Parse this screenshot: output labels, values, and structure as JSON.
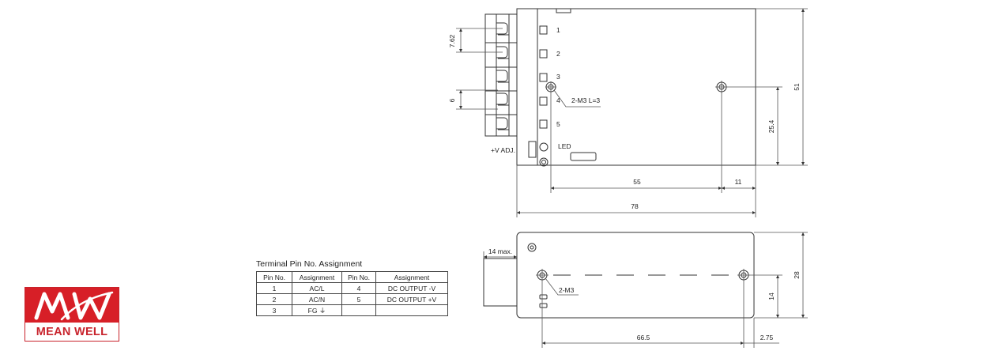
{
  "brand": {
    "logo_text": "MEAN WELL",
    "logo_color": "#d71f27"
  },
  "top_view": {
    "pin_numbers": [
      "1",
      "2",
      "3",
      "4",
      "5"
    ],
    "mount_label": "2-M3 L=3",
    "adj_label": "+V ADJ.",
    "led_label": "LED",
    "dim_pitch": "7.62",
    "dim_6": "6",
    "dim_55": "55",
    "dim_11": "11",
    "dim_78": "78",
    "dim_51": "51",
    "dim_25_4": "25.4"
  },
  "side_view": {
    "dim_14max": "14 max.",
    "mount_label": "2-M3",
    "dim_66_5": "66.5",
    "dim_2_75": "2.75",
    "dim_28": "28",
    "dim_14": "14"
  },
  "pin_table": {
    "title": "Terminal Pin No.  Assignment",
    "headers": [
      "Pin No.",
      "Assignment",
      "Pin No.",
      "Assignment"
    ],
    "rows": [
      [
        "1",
        "AC/L",
        "4",
        "DC OUTPUT -V"
      ],
      [
        "2",
        "AC/N",
        "5",
        "DC OUTPUT +V"
      ],
      [
        "3",
        "FG ⏚",
        "",
        ""
      ]
    ]
  }
}
